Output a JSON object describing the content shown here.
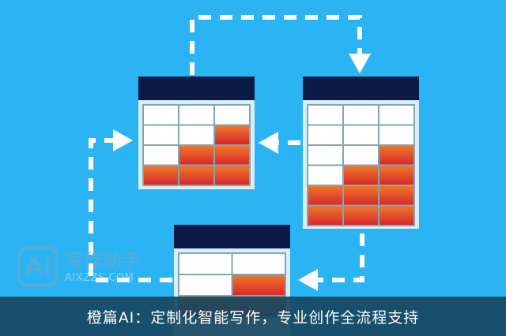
{
  "colors": {
    "background": "#2bb4f4",
    "header": "#0b1a46",
    "fill_orange": "#e8552a",
    "caption_bg": "#16465f"
  },
  "watermark": {
    "logo": "Ai",
    "name": "写作助手",
    "domain": "AIXZZS.COM"
  },
  "caption": "橙篇AI：定制化智能写作，专业创作全流程支持",
  "tables": [
    {
      "cols": 3,
      "rows": 4,
      "filled": [
        [
          0,
          0,
          0
        ],
        [
          0,
          0,
          1
        ],
        [
          0,
          1,
          1
        ],
        [
          1,
          1,
          1
        ]
      ]
    },
    {
      "cols": 3,
      "rows": 6,
      "filled": [
        [
          0,
          0,
          0
        ],
        [
          0,
          0,
          0
        ],
        [
          0,
          0,
          1
        ],
        [
          0,
          1,
          1
        ],
        [
          1,
          1,
          1
        ],
        [
          1,
          1,
          1
        ]
      ]
    },
    {
      "cols": 2,
      "rows": 3,
      "filled": [
        [
          0,
          0
        ],
        [
          0,
          1
        ],
        [
          1,
          1
        ]
      ]
    }
  ]
}
